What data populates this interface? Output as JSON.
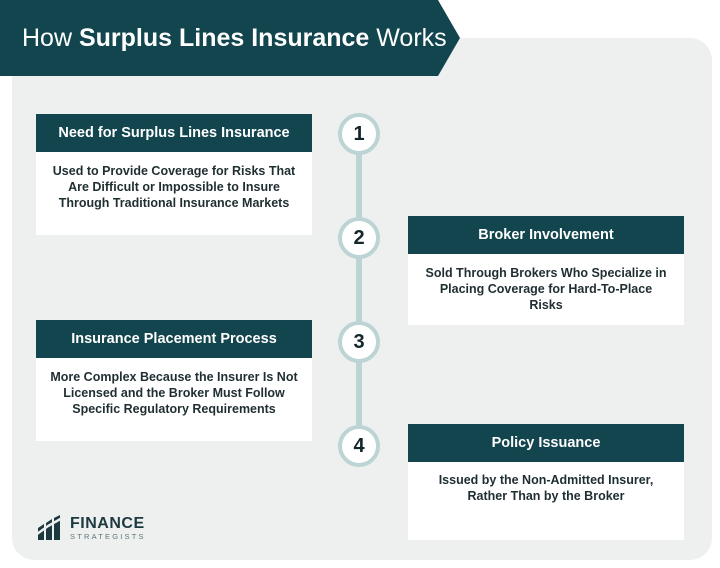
{
  "title": {
    "prefix": "How ",
    "bold": "Surplus Lines Insurance",
    "suffix": " Works"
  },
  "steps": [
    {
      "number": "1",
      "heading": "Need for Surplus Lines Insurance",
      "body": "Used to Provide Coverage for Risks That Are Difficult or Impossible to Insure Through Traditional Insurance Markets"
    },
    {
      "number": "2",
      "heading": "Broker Involvement",
      "body": "Sold Through Brokers Who Specialize in Placing Coverage for Hard-To-Place Risks"
    },
    {
      "number": "3",
      "heading": "Insurance Placement Process",
      "body": "More Complex Because the Insurer Is Not Licensed and the Broker Must Follow Specific Regulatory Requirements"
    },
    {
      "number": "4",
      "heading": "Policy Issuance",
      "body": "Issued by the Non-Admitted Insurer, Rather Than by the Broker"
    }
  ],
  "logo": {
    "main": "FINANCE",
    "sub": "STRATEGISTS"
  },
  "colors": {
    "dark_teal": "#12454e",
    "connector": "#bcd4d4",
    "panel": "#eef0f0"
  }
}
